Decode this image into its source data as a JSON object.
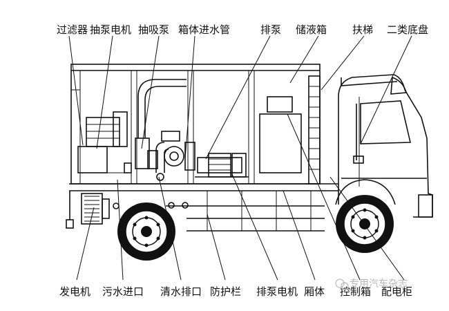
{
  "top_labels": [
    "过滤器",
    "抽泵电机",
    "抽吸泵",
    "箱体进水管",
    "排泵",
    "储液箱",
    "扶梯",
    "二类底盘"
  ],
  "bottom_labels": [
    "发电机",
    "污水进口",
    "清水排口",
    "防护栏",
    "排泵电机",
    "厢体",
    "控制箱",
    "配电柜"
  ],
  "watermark": "专用汽车杂志"
}
